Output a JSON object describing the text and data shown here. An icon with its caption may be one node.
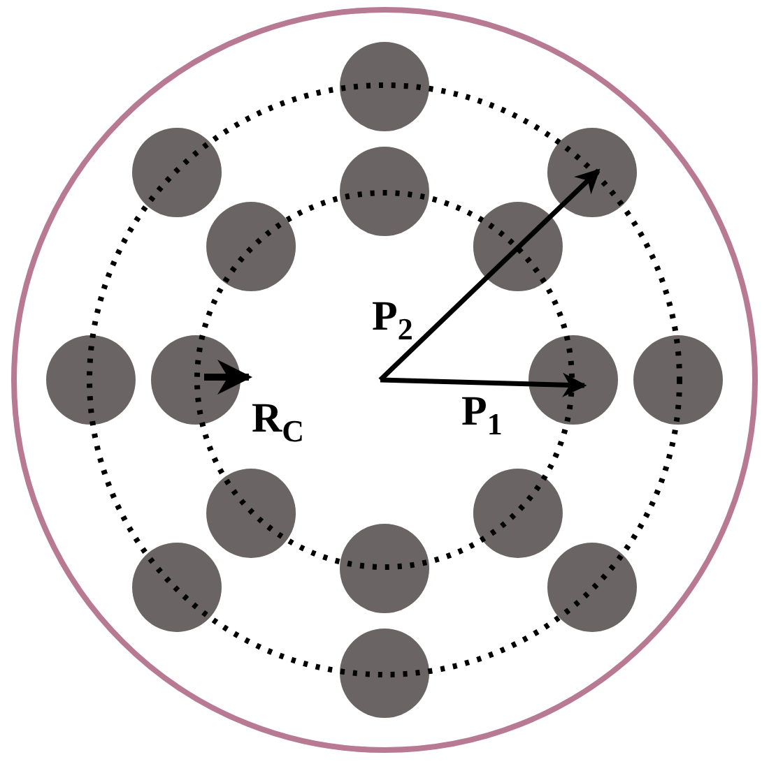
{
  "diagram": {
    "labels": [
      "P$_{2}$",
      "R$_{C}$",
      "P$_{1}$"
    ]
  }
}
